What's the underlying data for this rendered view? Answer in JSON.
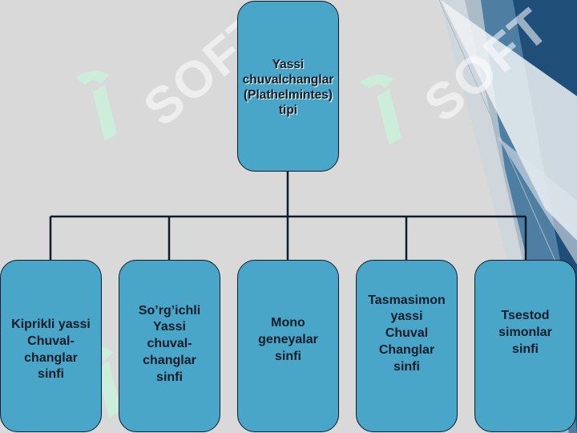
{
  "colors": {
    "background": "#d9d9d9",
    "node_fill": "#4aa6c8",
    "stroke": "#0d1b2a",
    "accent": "#1f4e79",
    "watermark": "#c8f0d8"
  },
  "diagram": {
    "root": {
      "label": "Yassi\nchuvalchanglar\n(Plathelmintes)\ntipi"
    },
    "children": [
      {
        "label": "Kiprikli yassi\nChuval-\nchanglar\nsinfi"
      },
      {
        "label": "So’rg’ichli\nYassi\nchuval-\nchanglar\nsinfi"
      },
      {
        "label": "Mono\ngeneyalar\nsinfi"
      },
      {
        "label": "Tasmasimon\nyassi\nChuval\nChanglar\nsinfi"
      },
      {
        "label": "Tsestod\nsimonlar\nsinfi"
      }
    ]
  },
  "watermark": {
    "text": "SOFT"
  }
}
